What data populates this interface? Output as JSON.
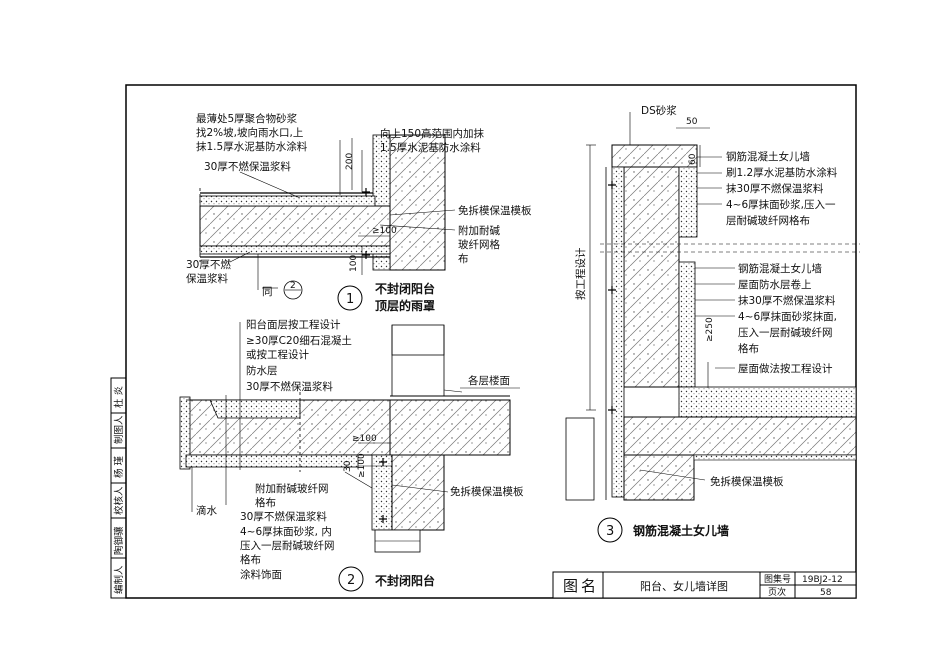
{
  "detail1": {
    "notes_top_left": [
      "最薄处5厚聚合物砂浆",
      "找2%坡,坡向雨水口,上",
      "抹1.5厚水泥基防水涂料"
    ],
    "notes_top_right": [
      "向上150高范围内加抹",
      "1.5厚水泥基防水涂料"
    ],
    "label_insulation_top": "30厚不燃保温浆料",
    "label_formwork": "免拆模保温模板",
    "label_mesh": [
      "附加耐碱",
      "玻纤网格",
      "布"
    ],
    "label_insulation_bottom": [
      "30厚不燃",
      "保温浆料"
    ],
    "label_same": "同",
    "ref_number": "2",
    "dim_200": "200",
    "dim_100a": "≥100",
    "dim_100b": "100",
    "number": "1",
    "title": [
      "不封闭阳台",
      "顶层的雨罩"
    ]
  },
  "detail2": {
    "notes": [
      "阳台面层按工程设计",
      "≥30厚C20细石混凝土",
      "或按工程设计",
      "防水层",
      "30厚不燃保温浆料"
    ],
    "label_floor": "各层楼面",
    "label_drip": "滴水",
    "label_mesh": [
      "附加耐碱玻纤网",
      "格布"
    ],
    "label_formwork": "免拆模保温模板",
    "notes_bottom": [
      "30厚不燃保温浆料",
      "4~6厚抹面砂浆, 内",
      "压入一层耐碱玻纤网",
      "格布",
      "涂料饰面"
    ],
    "dim_100a": "≥100",
    "dim_100b": "≥100",
    "dim_30": "30",
    "number": "2",
    "title": "不封闭阳台"
  },
  "detail3": {
    "label_ds": "DS砂浆",
    "dim_50": "50",
    "dim_60": "60",
    "dim_250": "≥250",
    "label_vertical": "按工程设计",
    "notes_top": [
      "钢筋混凝土女儿墙",
      "刷1.2厚水泥基防水涂料",
      "抹30厚不燃保温浆料",
      "4~6厚抹面砂浆,压入一",
      "层耐碱玻纤网格布"
    ],
    "notes_mid": [
      "钢筋混凝土女儿墙",
      "屋面防水层卷上",
      "抹30厚不燃保温浆料",
      "4~6厚抹面砂浆抹面,",
      "压入一层耐碱玻纤网",
      "格布",
      "屋面做法按工程设计"
    ],
    "label_formwork": "免拆模保温模板",
    "number": "3",
    "title": "钢筋混凝土女儿墙"
  },
  "side_strip": {
    "cells": [
      "编制人",
      "陶御骧",
      "校核人",
      "杨 瑾",
      "制图人",
      "杜 炎"
    ]
  },
  "title_block": {
    "label_name": "图名",
    "drawing_title": "阳台、女儿墙详图",
    "label_atlas": "图集号",
    "atlas_no": "19BJ2-12",
    "label_page": "页次",
    "page_no": "58"
  }
}
